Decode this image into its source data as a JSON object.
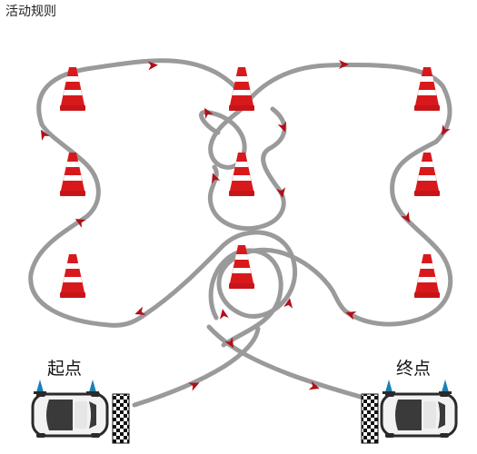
{
  "header": {
    "title": "活动规则"
  },
  "course": {
    "start_label": "起点",
    "finish_label": "终点",
    "colors": {
      "cone": "#d8191c",
      "cone_stripe": "#ffffff",
      "route": "#9a9a9a",
      "arrow": "#b0101a",
      "car": "#f0f0f0",
      "flag_post": "#1a7fb5"
    },
    "icons": [
      "traffic-cone-icon",
      "car-icon",
      "checkered-flag-icon",
      "direction-arrow-icon"
    ]
  }
}
